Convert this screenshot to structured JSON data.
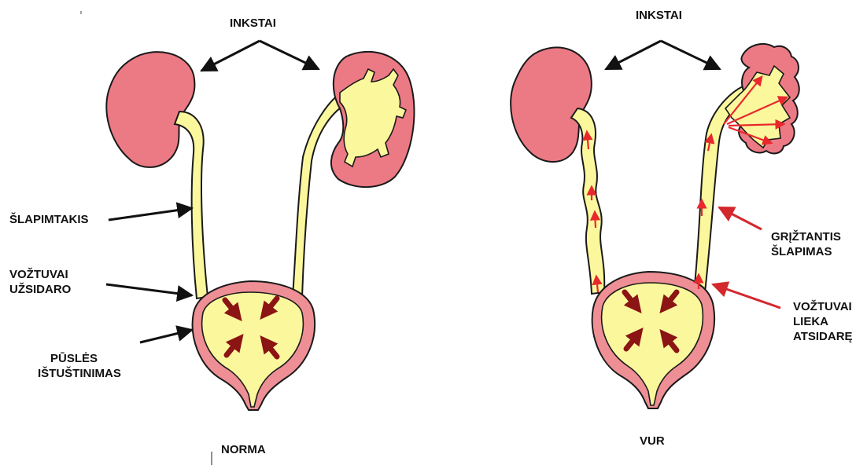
{
  "left_panel": {
    "kidneys_label": "INKSTAI",
    "ureter_label": "ŠLAPIMTAKIS",
    "valves_label_lines": [
      "VOŽTUVAI",
      "UŽSIDARO"
    ],
    "bladder_label_lines": [
      "PŪSLĖS",
      "IŠTUŠTINIMAS"
    ],
    "caption": "NORMA"
  },
  "right_panel": {
    "kidneys_label": "INKSTAI",
    "reflux_label_lines": [
      "GRĮŽTANTIS",
      "ŠLAPIMAS"
    ],
    "valves_label_lines": [
      "VOŽTUVAI",
      "LIEKA",
      "ATSIDARĘ"
    ],
    "caption": "VUR"
  },
  "colors": {
    "kidney_pink": "#ec7a85",
    "urine_yellow": "#fbf79c",
    "bladder_wall": "#ee8f95",
    "outline": "#1a1a1a",
    "arrow_black": "#111111",
    "arrow_red": "#8b1414",
    "reflux_red": "#e8282d"
  }
}
